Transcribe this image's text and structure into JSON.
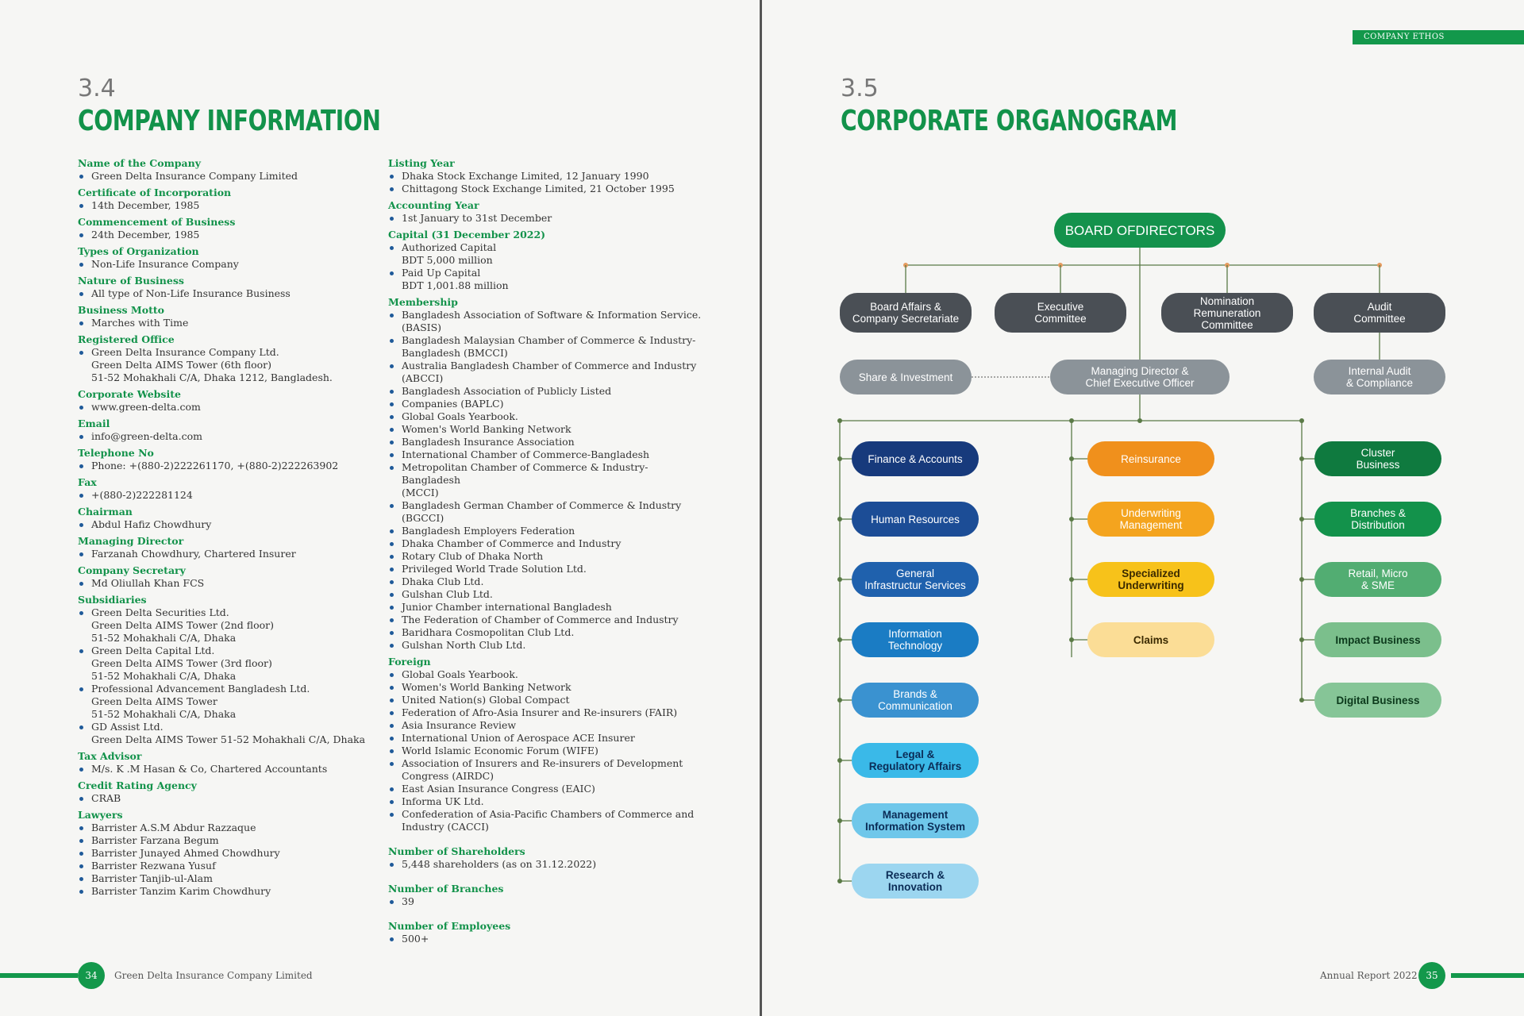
{
  "left": {
    "section_number": "3.4",
    "section_title": "COMPANY INFORMATION",
    "col1": [
      {
        "label": "Name of the Company",
        "items": [
          [
            "Green Delta Insurance Company Limited"
          ]
        ]
      },
      {
        "label": "Certificate of Incorporation",
        "items": [
          [
            "14th December, 1985"
          ]
        ]
      },
      {
        "label": "Commencement of Business",
        "items": [
          [
            "24th December, 1985"
          ]
        ]
      },
      {
        "label": "Types of Organization",
        "items": [
          [
            "Non-Life Insurance Company"
          ]
        ]
      },
      {
        "label": "Nature of Business",
        "items": [
          [
            "All type of Non-Life Insurance Business"
          ]
        ]
      },
      {
        "label": "Business Motto",
        "items": [
          [
            "Marches with Time"
          ]
        ]
      },
      {
        "label": "Registered Office",
        "items": [
          [
            "Green Delta Insurance Company Ltd.",
            "Green Delta AIMS Tower (6th floor)",
            "51-52 Mohakhali C/A, Dhaka 1212, Bangladesh."
          ]
        ]
      },
      {
        "label": "Corporate Website",
        "items": [
          [
            "www.green-delta.com"
          ]
        ]
      },
      {
        "label": "Email",
        "items": [
          [
            "info@green-delta.com"
          ]
        ]
      },
      {
        "label": "Telephone No",
        "items": [
          [
            "Phone: +(880-2)222261170, +(880-2)222263902"
          ]
        ]
      },
      {
        "label": "Fax",
        "items": [
          [
            "+(880-2)222281124"
          ]
        ]
      },
      {
        "label": "Chairman",
        "items": [
          [
            "Abdul Hafiz Chowdhury"
          ]
        ]
      },
      {
        "label": "Managing Director",
        "items": [
          [
            "Farzanah Chowdhury, Chartered Insurer"
          ]
        ]
      },
      {
        "label": "Company Secretary",
        "items": [
          [
            "Md Oliullah Khan FCS"
          ]
        ]
      },
      {
        "label": "Subsidiaries",
        "items": [
          [
            "Green Delta Securities Ltd.",
            "Green Delta AIMS Tower (2nd floor)",
            "51-52 Mohakhali C/A, Dhaka"
          ],
          [
            "Green Delta Capital Ltd.",
            "Green Delta AIMS Tower (3rd floor)",
            "51-52 Mohakhali C/A, Dhaka"
          ],
          [
            "Professional Advancement Bangladesh Ltd.",
            "Green Delta AIMS Tower",
            "51-52 Mohakhali C/A, Dhaka"
          ],
          [
            "GD Assist Ltd.",
            "Green Delta AIMS Tower  51-52 Mohakhali C/A, Dhaka"
          ]
        ]
      },
      {
        "label": "Tax Advisor",
        "items": [
          [
            "M/s. K .M Hasan & Co, Chartered Accountants"
          ]
        ]
      },
      {
        "label": "Credit Rating Agency",
        "items": [
          [
            "CRAB"
          ]
        ]
      },
      {
        "label": "Lawyers",
        "items": [
          [
            "Barrister A.S.M Abdur Razzaque"
          ],
          [
            "Barrister Farzana Begum"
          ],
          [
            "Barrister Junayed Ahmed Chowdhury"
          ],
          [
            "Barrister Rezwana Yusuf"
          ],
          [
            "Barrister Tanjib-ul-Alam"
          ],
          [
            "Barrister Tanzim Karim Chowdhury"
          ]
        ]
      }
    ],
    "col2": [
      {
        "label": "Listing Year",
        "items": [
          [
            "Dhaka Stock Exchange Limited, 12 January 1990"
          ],
          [
            "Chittagong Stock Exchange Limited, 21 October 1995"
          ]
        ]
      },
      {
        "label": "Accounting Year",
        "items": [
          [
            "1st January to 31st December"
          ]
        ]
      },
      {
        "label": "Capital (31 December 2022)",
        "items": [
          [
            "Authorized Capital",
            "BDT 5,000 million"
          ],
          [
            "Paid Up Capital",
            "BDT 1,001.88 million"
          ]
        ]
      },
      {
        "label": "Membership",
        "items": [
          [
            "Bangladesh Association of Software & Information Service.",
            "(BASIS)"
          ],
          [
            "Bangladesh Malaysian Chamber of Commerce & Industry-",
            "Bangladesh (BMCCI)"
          ],
          [
            "Australia Bangladesh Chamber of Commerce and Industry",
            "(ABCCI)"
          ],
          [
            "Bangladesh Association of Publicly Listed"
          ],
          [
            "Companies (BAPLC)"
          ],
          [
            "Global Goals Yearbook."
          ],
          [
            "Women's World Banking Network"
          ],
          [
            "Bangladesh Insurance Association"
          ],
          [
            "International Chamber of Commerce-Bangladesh"
          ],
          [
            "Metropolitan Chamber of Commerce & Industry-Bangladesh",
            "(MCCI)"
          ],
          [
            "Bangladesh German Chamber of Commerce & Industry",
            "(BGCCI)"
          ],
          [
            "Bangladesh Employers Federation"
          ],
          [
            "Dhaka Chamber of Commerce and Industry"
          ],
          [
            "Rotary Club of Dhaka North"
          ],
          [
            "Privileged World Trade Solution Ltd."
          ],
          [
            "Dhaka Club Ltd."
          ],
          [
            "Gulshan Club Ltd."
          ],
          [
            "Junior Chamber international Bangladesh"
          ],
          [
            "The Federation of Chamber of Commerce and Industry"
          ],
          [
            "Baridhara Cosmopolitan Club Ltd."
          ],
          [
            "Gulshan North Club Ltd."
          ]
        ]
      },
      {
        "label": "Foreign",
        "items": [
          [
            "Global Goals Yearbook."
          ],
          [
            "Women's World Banking Network"
          ],
          [
            "United Nation(s) Global Compact"
          ],
          [
            "Federation of Afro-Asia Insurer and Re-insurers (FAIR)"
          ],
          [
            "Asia Insurance Review"
          ],
          [
            "International Union of Aerospace ACE Insurer"
          ],
          [
            "World Islamic Economic Forum (WIFE)"
          ],
          [
            "Association of Insurers and Re-insurers of Development",
            "Congress (AIRDC)"
          ],
          [
            "East Asian Insurance Congress (EAIC)"
          ],
          [
            "Informa UK Ltd."
          ],
          [
            "Confederation of Asia-Pacific Chambers of Commerce and",
            "Industry (CACCI)"
          ]
        ]
      },
      {
        "label": "Number of Shareholders",
        "items": [
          [
            "5,448 shareholders (as on 31.12.2022)"
          ]
        ]
      },
      {
        "label": "Number of Branches",
        "items": [
          [
            "39"
          ]
        ]
      },
      {
        "label": "Number of Employees",
        "items": [
          [
            "500+"
          ]
        ]
      }
    ],
    "page_number": "34",
    "footer_text": "Green Delta Insurance Company Limited"
  },
  "right": {
    "header_tag": "COMPANY ETHOS",
    "section_number": "3.5",
    "section_title": "CORPORATE ORGANOGRAM",
    "org": {
      "board": "BOARD OFDIRECTORS",
      "committees": [
        "Board Affairs &\nCompany Secretariate",
        "Executive\nCommittee",
        "Nomination\nRemuneration\nCommittee",
        "Audit\nCommittee"
      ],
      "share_investment": "Share & Investment",
      "md_ceo": "Managing Director &\nChief Executive Officer",
      "internal_audit": "Internal Audit\n& Compliance",
      "col1": [
        "Finance & Accounts",
        "Human Resources",
        "General\nInfrastructur Services",
        "Information\nTechnology",
        "Brands &\nCommunication",
        "Legal &\nRegulatory Affairs",
        "Management\nInformation System",
        "Research &\nInnovation"
      ],
      "col2": [
        "Reinsurance",
        "Underwriting\nManagement",
        "Specialized\nUnderwriting",
        "Claims"
      ],
      "col3": [
        "Cluster\nBusiness",
        "Branches &\nDistribution",
        "Retail, Micro\n& SME",
        "Impact Business",
        "Digital Business"
      ],
      "col1_colors": [
        "#173a7c",
        "#1c4d96",
        "#1f61ad",
        "#1a7cc4",
        "#3a92d0",
        "#3ab9e8",
        "#6fc7ea",
        "#9cd6f0"
      ],
      "col2_colors": [
        "#f0901c",
        "#f4a41e",
        "#f7c21a",
        "#fbdd96"
      ],
      "col3_colors": [
        "#0f7a3f",
        "#13924b",
        "#52ad72",
        "#7bbf8c",
        "#86c597"
      ]
    },
    "page_number": "35",
    "footer_text": "Annual Report 2022"
  }
}
